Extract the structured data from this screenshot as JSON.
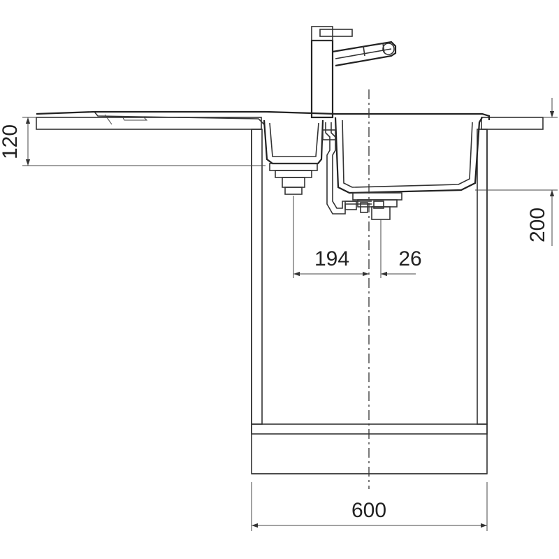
{
  "dimensions": {
    "counter_thickness": "120",
    "bowl_depth": "200",
    "drain_offset_left": "194",
    "drain_offset_right": "26",
    "cabinet_width": "600"
  },
  "colors": {
    "line": "#333333",
    "background": "#ffffff"
  }
}
